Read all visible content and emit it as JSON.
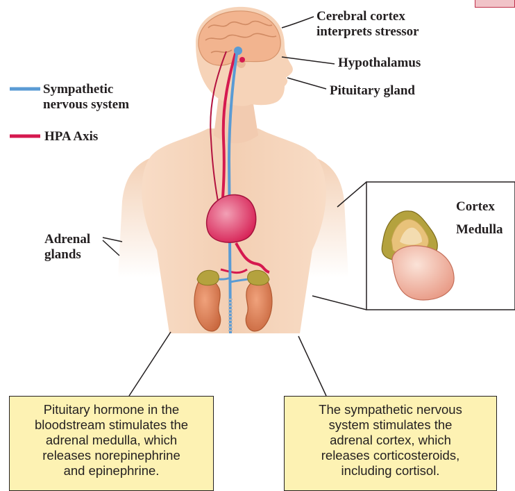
{
  "colors": {
    "skin": "#f6d6be",
    "skin_shade": "#eab999",
    "sympathetic": "#5a9bd4",
    "hpa": "#d5194f",
    "caption_bg": "#fdf2b3",
    "kidney": "#d9815b",
    "adrenal": "#b4a23e"
  },
  "legend": {
    "sympathetic": "Sympathetic\nnervous system",
    "hpa": "HPA Axis"
  },
  "labels": {
    "cortex_stressor": "Cerebral cortex\ninterprets stressor",
    "hypothalamus": "Hypothalamus",
    "pituitary": "Pituitary gland",
    "adrenal": "Adrenal\nglands",
    "inset_cortex": "Cortex",
    "inset_medulla": "Medulla"
  },
  "captions": {
    "left": "Pituitary hormone in the\nbloodstream stimulates the\nadrenal medulla, which\nreleases norepinephrine\nand epinephrine.",
    "right": "The sympathetic nervous\nsystem stimulates the\nadrenal cortex, which\nreleases corticosteroids,\nincluding cortisol."
  }
}
